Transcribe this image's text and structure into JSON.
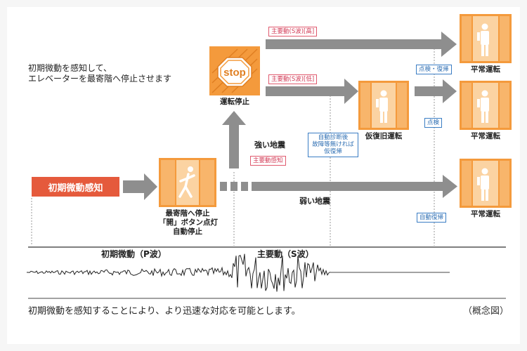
{
  "intro": {
    "line1": "初期微動を感知して、",
    "line2": "エレベーターを最寄階へ停止させます"
  },
  "initial_detection_label": "初期微動感知",
  "stages": {
    "stop_nearest": {
      "line1": "最寄階へ停止",
      "line2": "「開」ボタン点灯",
      "line3": "自動停止"
    },
    "operation_stop": "運転停止",
    "stop_sign_text": "stop",
    "temporary_restore": "仮復旧運転",
    "normal_top": "平常運転",
    "normal_mid": "平常運転",
    "normal_bottom": "平常運転"
  },
  "arrows": {
    "strong_quake": "強い地震",
    "weak_quake": "弱い地震"
  },
  "tags": {
    "s_wave_high": "主要動(S波)[高]",
    "s_wave_low": "主要動(S波)[低]",
    "main_motion_detect": "主要動感知",
    "self_diag_line1": "自動診断後",
    "self_diag_line2": "故障等無ければ",
    "self_diag_line3": "仮復帰",
    "inspect_restore": "点検・復帰",
    "inspect": "点検",
    "auto_restore": "自動復帰"
  },
  "wave": {
    "p_label": "初期微動（P波）",
    "s_label": "主要動（S波）"
  },
  "footer": {
    "caption": "初期微動を感知することにより、より迅速な対応を可能とします。",
    "concept": "（概念図）"
  },
  "colors": {
    "orange": "#f49a3c",
    "orange_dark": "#e07f22",
    "red_box": "#e55a3c",
    "arrow_gray": "#8e8e8e",
    "tag_red": "#d23a55",
    "tag_blue": "#2f6fb3"
  }
}
